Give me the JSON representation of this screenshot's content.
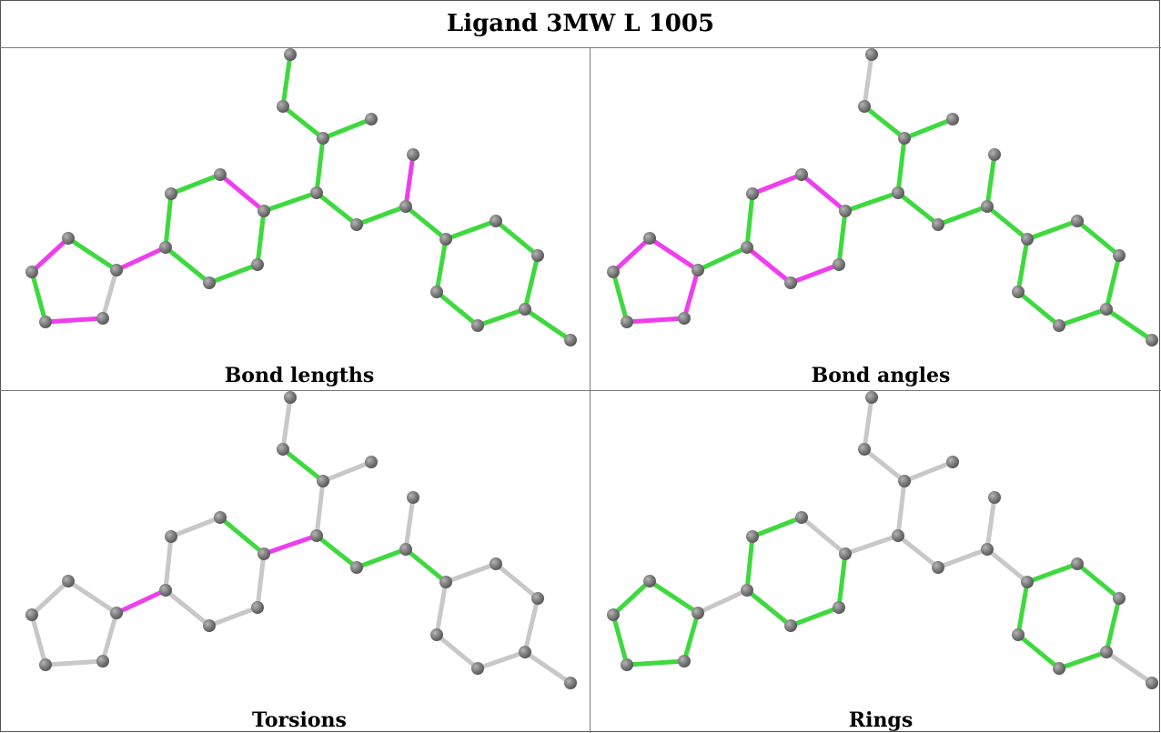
{
  "title": "Ligand 3MW L 1005",
  "colors": {
    "ok": "#3ed93e",
    "outlier": "#ee3eee",
    "none": "#c8c8c8",
    "atom": "#808080",
    "atom_dark": "#5a5a5a",
    "atom_light": "#b4b4b4"
  },
  "panels": [
    {
      "caption": "Bond lengths"
    },
    {
      "caption": "Bond angles"
    },
    {
      "caption": "Torsions"
    },
    {
      "caption": "Rings"
    }
  ]
}
